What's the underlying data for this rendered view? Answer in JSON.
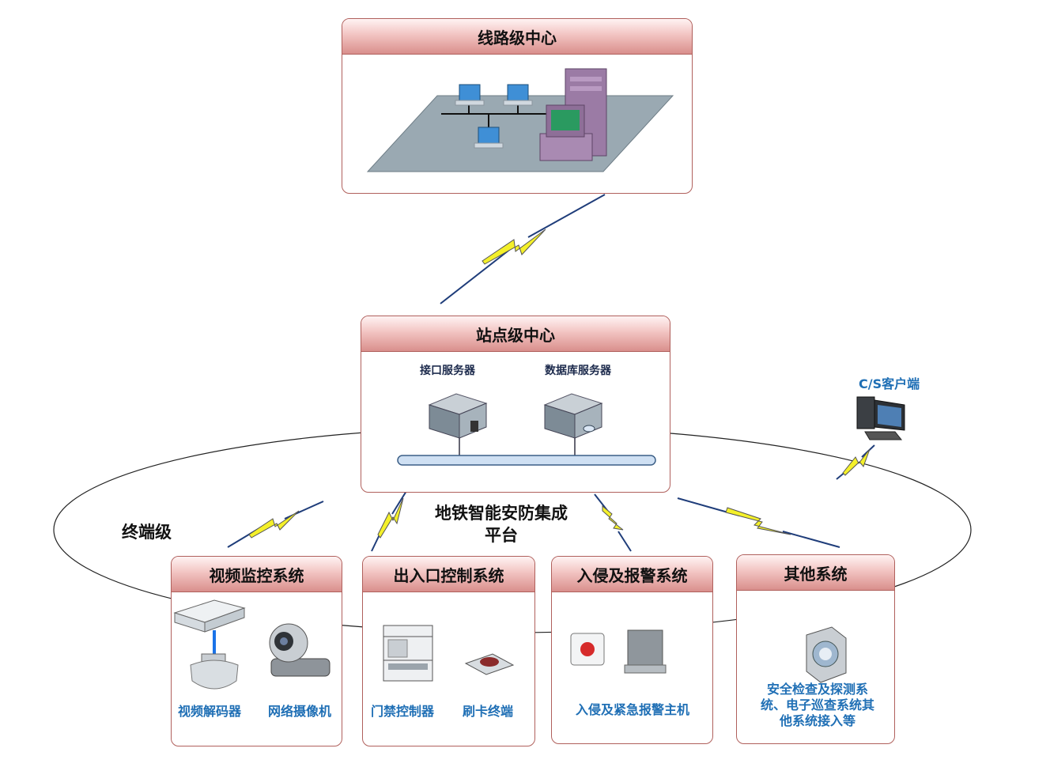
{
  "line_center": {
    "title": "线路级中心"
  },
  "station_center": {
    "title": "站点级中心",
    "server1": "接口服务器",
    "server2": "数据库服务器"
  },
  "client": {
    "label": "C/S客户端"
  },
  "terminal": {
    "label": "终端级"
  },
  "platform": {
    "line1": "地铁智能安防集成",
    "line2": "平台"
  },
  "subsystems": [
    {
      "title": "视频监控系统",
      "items": [
        "视频解码器",
        "网络摄像机"
      ]
    },
    {
      "title": "出入口控制系统",
      "items": [
        "门禁控制器",
        "刷卡终端"
      ]
    },
    {
      "title": "入侵及报警系统",
      "items": [
        "入侵及紧急报警主机"
      ]
    },
    {
      "title": "其他系统",
      "items": [
        "安全检查及探测系统、电子巡查系统其他系统接入等"
      ]
    }
  ],
  "colors": {
    "header_top": "#fff3f3",
    "header_bottom": "#d98f8c",
    "border": "#b0605c",
    "label_blue": "#1f6fb5",
    "bolt_fill": "#f4f02a",
    "link_line": "#1f3d7a"
  }
}
